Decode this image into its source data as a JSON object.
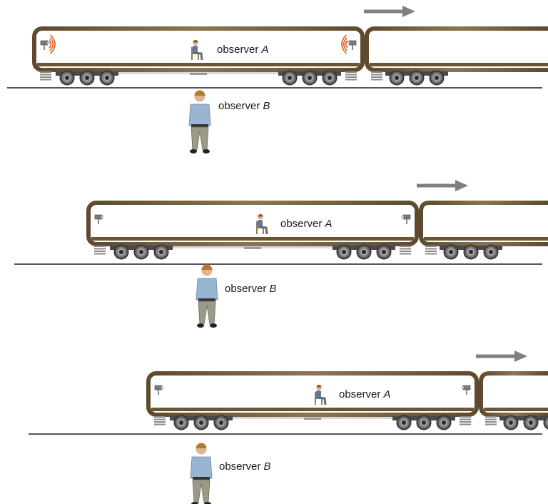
{
  "panels": [
    {
      "observer_a": {
        "word": "observer",
        "letter": "A"
      },
      "observer_b": {
        "word": "observer",
        "letter": "B"
      },
      "signal_emitting": true
    },
    {
      "observer_a": {
        "word": "observer",
        "letter": "A"
      },
      "observer_b": {
        "word": "observer",
        "letter": "B"
      },
      "signal_emitting": false
    },
    {
      "observer_a": {
        "word": "observer",
        "letter": "A"
      },
      "observer_b": {
        "word": "observer",
        "letter": "B"
      },
      "signal_emitting": false
    }
  ],
  "colors": {
    "train_frame": "#6b5534",
    "frame_highlight": "#a08a62",
    "track": "#555555",
    "arrow": "#808080",
    "wave": "#e05a1a",
    "shirt": "#9ab4d4",
    "pants": "#9a9a86"
  },
  "icons": [
    "motion-arrow-icon",
    "light-source-icon",
    "light-wave-icon",
    "wheel-icon",
    "seated-person-icon",
    "standing-person-icon"
  ]
}
